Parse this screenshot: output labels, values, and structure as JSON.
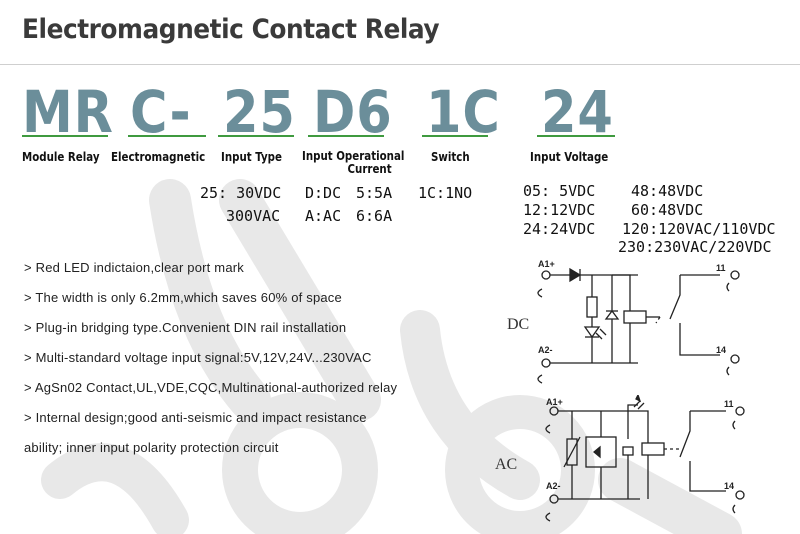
{
  "title": "Electromagnetic Contact Relay",
  "code": {
    "parts": [
      {
        "text": "MR",
        "label": "Module Relay"
      },
      {
        "text": "C-",
        "label": "Electromagnetic"
      },
      {
        "text": "25",
        "label": "Input Type"
      },
      {
        "text": "D6",
        "label_line1": "Input  Operational",
        "label_line2": "Current"
      },
      {
        "text": "1C",
        "label": "Switch"
      },
      {
        "text": "24",
        "label": "Input Voltage"
      }
    ]
  },
  "options": {
    "input_type": [
      "25: 30VDC",
      "300VAC"
    ],
    "input_current": [
      "D:DC",
      "A:AC"
    ],
    "operational": [
      "5:5A",
      "6:6A"
    ],
    "switch": [
      "1C:1NO"
    ],
    "voltage_left": [
      "05:  5VDC",
      "12:12VDC",
      "24:24VDC"
    ],
    "voltage_right": [
      "48:48VDC",
      "60:48VDC",
      "120:120VAC/110VDC",
      "230:230VAC/220VDC"
    ]
  },
  "features": [
    "> Red LED indictaion,clear port mark",
    "> The width is only 6.2mm,which saves 60% of space",
    "> Plug-in bridging type.Convenient DIN rail installation",
    "> Multi-standard voltage input signal:5V,12V,24V...230VAC",
    "> AgSn02 Contact,UL,VDE,CQC,Multinational-authorized relay",
    "> Internal design;good anti-seismic and impact resistance",
    "ability; inner input polarity protection circuit"
  ],
  "diagrams": {
    "dc": {
      "label": "DC",
      "a1": "A1+",
      "a2": "A2-",
      "t11": "11",
      "t14": "14"
    },
    "ac": {
      "label": "AC",
      "a1": "A1+",
      "a2": "A2-",
      "t11": "11",
      "t14": "14"
    }
  },
  "colors": {
    "code": "#6b8e9a",
    "underline": "#3f9a3f",
    "watermark": "#e6e6e6"
  }
}
